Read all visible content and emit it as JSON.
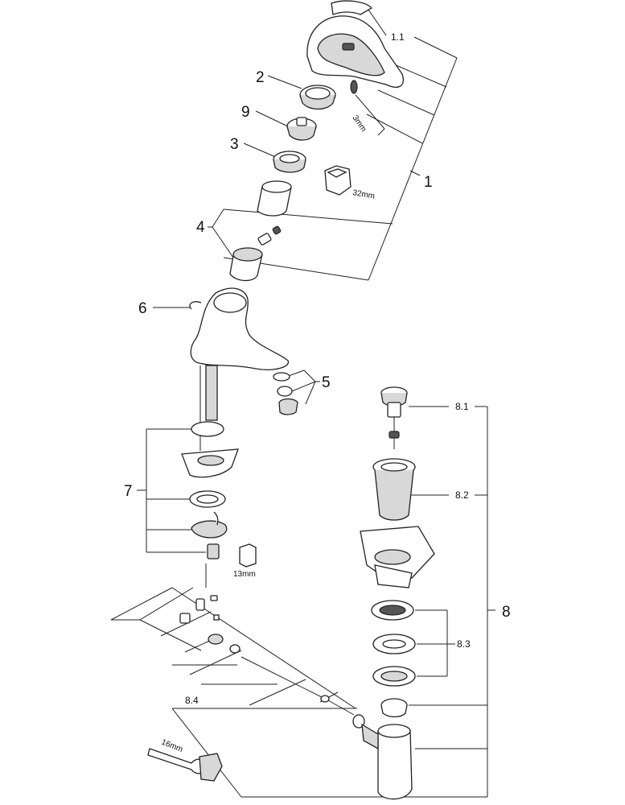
{
  "labels": {
    "l_1_1": "1.1",
    "l_1": "1",
    "l_2": "2",
    "l_9": "9",
    "l_3": "3",
    "l_4": "4",
    "l_5": "5",
    "l_6": "6",
    "l_7": "7",
    "l_8": "8",
    "l_8_1": "8.1",
    "l_8_2": "8.2",
    "l_8_3": "8.3",
    "l_8_4": "8.4"
  },
  "tools": {
    "hex_key": "3mm",
    "socket_32": "32mm",
    "socket_13": "13mm",
    "wrench_16": "16mm"
  }
}
